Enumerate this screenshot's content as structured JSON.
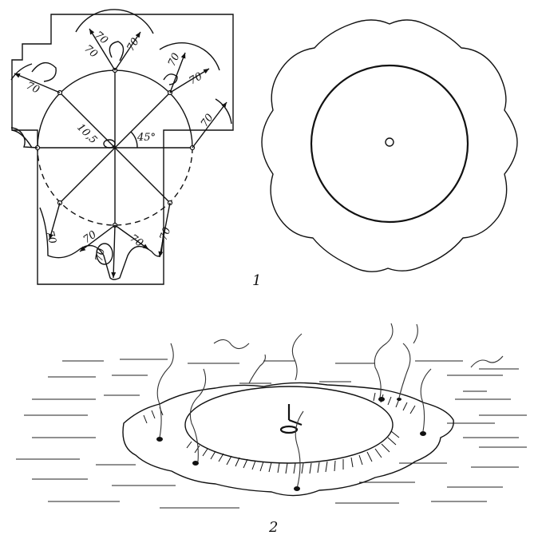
{
  "figure_labels": {
    "fig1": "1",
    "fig2": "2"
  },
  "dimensions": {
    "radius": "10,5",
    "angle": "45°",
    "offset": "70"
  }
}
